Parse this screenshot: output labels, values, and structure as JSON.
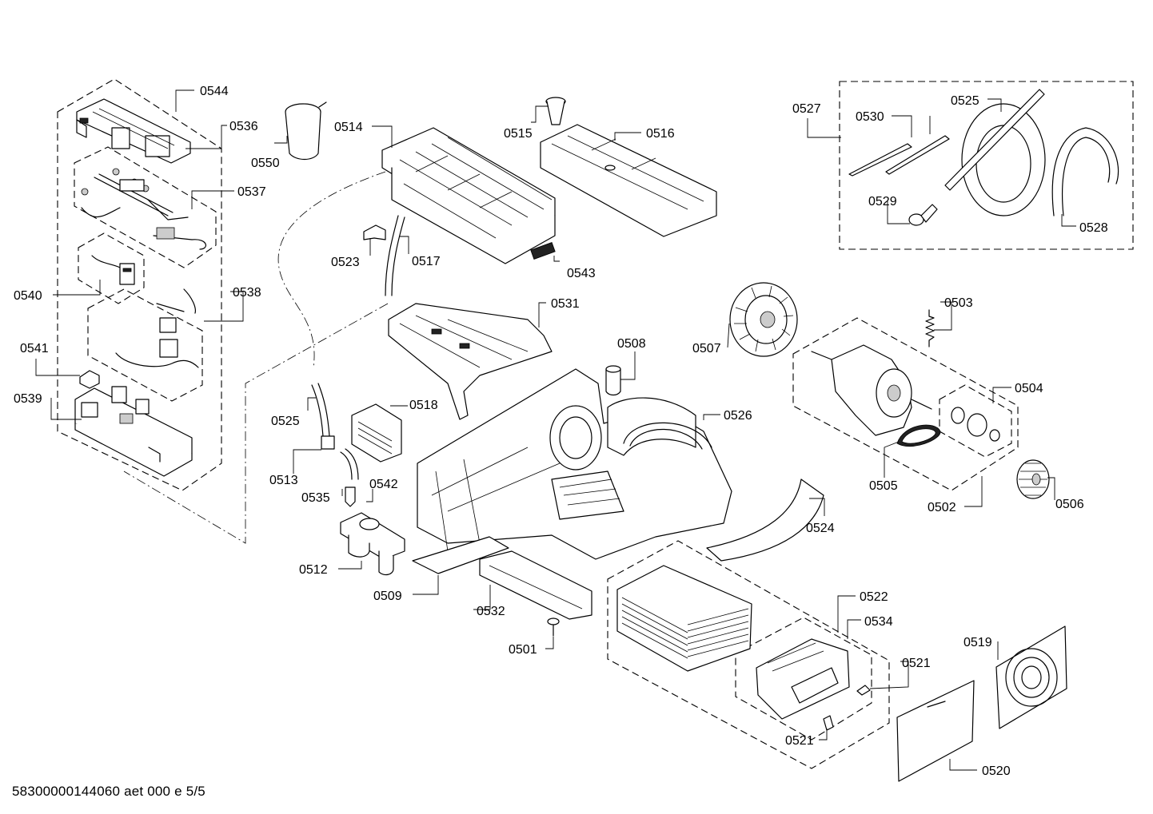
{
  "footer": "58300000144060 aet 000 e 5/5",
  "labels": {
    "p0501": "0501",
    "p0502": "0502",
    "p0503": "0503",
    "p0504": "0504",
    "p0505": "0505",
    "p0506": "0506",
    "p0507": "0507",
    "p0508": "0508",
    "p0509": "0509",
    "p0512": "0512",
    "p0513": "0513",
    "p0514": "0514",
    "p0515": "0515",
    "p0516": "0516",
    "p0517": "0517",
    "p0518": "0518",
    "p0519": "0519",
    "p0520": "0520",
    "p0521a": "0521",
    "p0521b": "0521",
    "p0522": "0522",
    "p0523": "0523",
    "p0524": "0524",
    "p0525a": "0525",
    "p0525b": "0525",
    "p0526": "0526",
    "p0527": "0527",
    "p0528": "0528",
    "p0529": "0529",
    "p0530": "0530",
    "p0531": "0531",
    "p0532": "0532",
    "p0534": "0534",
    "p0535": "0535",
    "p0536": "0536",
    "p0537": "0537",
    "p0538": "0538",
    "p0539": "0539",
    "p0540": "0540",
    "p0541": "0541",
    "p0542": "0542",
    "p0543": "0543",
    "p0544": "0544",
    "p0550": "0550"
  }
}
